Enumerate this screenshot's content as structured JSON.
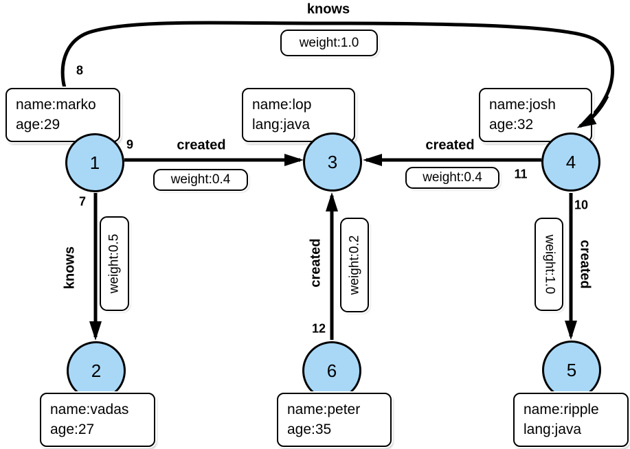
{
  "graph": {
    "nodes": [
      {
        "id": "1",
        "properties": [
          "name:marko",
          "age:29"
        ]
      },
      {
        "id": "2",
        "properties": [
          "name:vadas",
          "age:27"
        ]
      },
      {
        "id": "3",
        "properties": [
          "name:lop",
          "lang:java"
        ]
      },
      {
        "id": "4",
        "properties": [
          "name:josh",
          "age:32"
        ]
      },
      {
        "id": "5",
        "properties": [
          "name:ripple",
          "lang:java"
        ]
      },
      {
        "id": "6",
        "properties": [
          "name:peter",
          "age:35"
        ]
      }
    ],
    "edges": [
      {
        "id": "8",
        "label": "knows",
        "weight": "weight:1.0",
        "from": "1",
        "to": "4"
      },
      {
        "id": "9",
        "label": "created",
        "weight": "weight:0.4",
        "from": "1",
        "to": "3"
      },
      {
        "id": "11",
        "label": "created",
        "weight": "weight:0.4",
        "from": "4",
        "to": "3"
      },
      {
        "id": "7",
        "label": "knows",
        "weight": "weight:0.5",
        "from": "1",
        "to": "2"
      },
      {
        "id": "12",
        "label": "created",
        "weight": "weight:0.2",
        "from": "6",
        "to": "3"
      },
      {
        "id": "10",
        "label": "created",
        "weight": "weight:1.0",
        "from": "4",
        "to": "5"
      }
    ],
    "colors": {
      "node_fill": "#A9D8F7",
      "edge_stroke": "#000000",
      "box_fill": "#FFFFFF"
    }
  }
}
